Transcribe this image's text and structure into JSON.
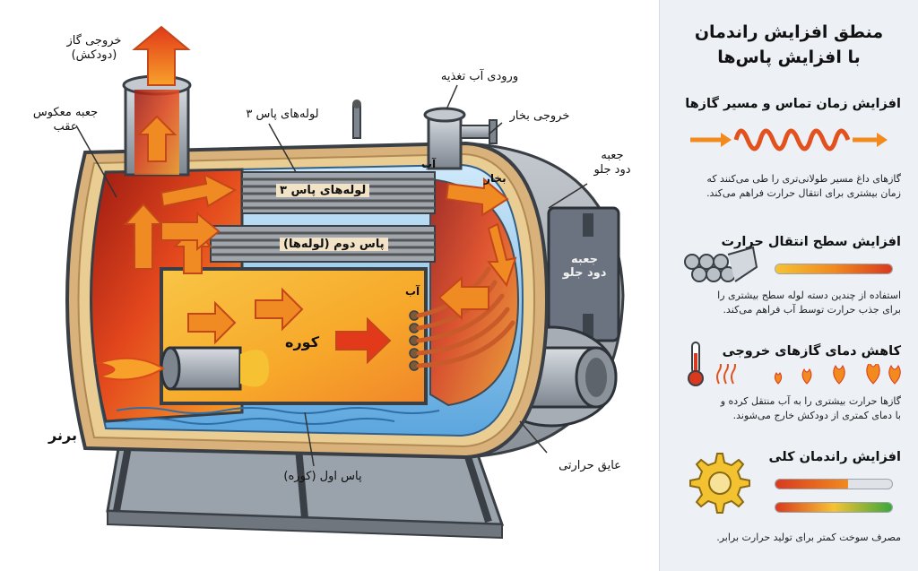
{
  "diagram": {
    "labels": {
      "exhaust": [
        "خروجی گاز",
        "(دودکش)"
      ],
      "rear_box": [
        "جعبه معکوس",
        "عقب"
      ],
      "pass3_tubes": "لوله‌های پاس ۳",
      "feedwater": "ورودی آب تغذیه",
      "steam_out": "خروجی بخار",
      "front_box": [
        "جعبه",
        "دود جلو"
      ],
      "burner": "برنر",
      "insulation": "عایق حرارتی",
      "pass1": "پاس اول (کوره)"
    },
    "inner": {
      "water_top": "آب",
      "steam": "بخار",
      "pass3": "لوله‌های پاس ۳",
      "pass2": "پاس دوم (لوله‌ها)",
      "water_side": "آب",
      "furnace": "کوره",
      "door": [
        "جعبه",
        "دود جلو"
      ]
    }
  },
  "panel": {
    "title": [
      "منطق افزایش راندمان",
      "با افزایش پاس‌ها"
    ],
    "sections": [
      {
        "heading": "افزایش زمان تماس و مسیر گازها",
        "text": [
          "گازهای داغ مسیر طولانی‌تری را طی می‌کنند که",
          "زمان بیشتری برای انتقال حرارت فراهم می‌کند."
        ]
      },
      {
        "heading": "افزایش سطح انتقال حرارت",
        "text": [
          "استفاده از چندین دسته لوله سطح بیشتری را",
          "برای جذب حرارت توسط آب فراهم می‌کند."
        ]
      },
      {
        "heading": "کاهش دمای گازهای خروجی",
        "text": [
          "گازها حرارت بیشتری را به آب منتقل کرده و",
          "با دمای کمتری از دودکش خارج می‌شوند."
        ]
      },
      {
        "heading": "افزایش راندمان کلی",
        "text": [
          "مصرف سوخت کمتر برای تولید حرارت برابر."
        ]
      }
    ],
    "heat_surface_level": 1.0,
    "efficiency_levels": [
      0.62,
      1.0
    ],
    "colors": {
      "accent_orange": "#f28a1e",
      "accent_red": "#d93a1f",
      "gear": "#f2c230",
      "green": "#3aa83a"
    }
  }
}
